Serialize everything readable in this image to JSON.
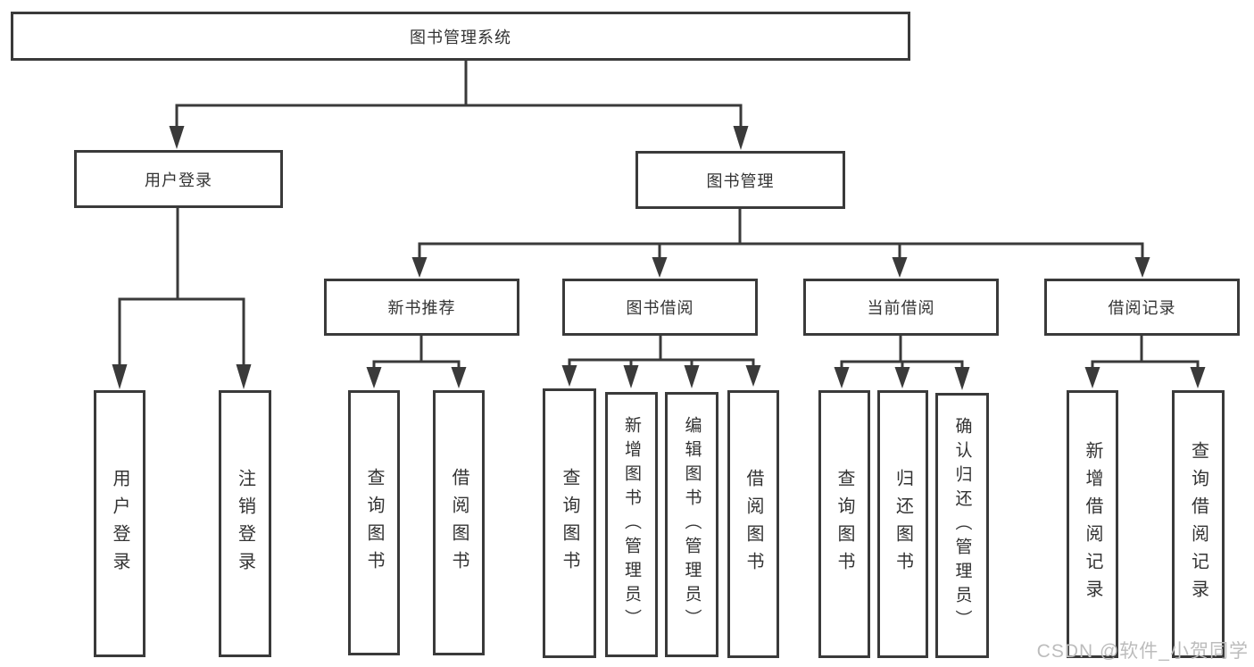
{
  "diagram": {
    "title": "图书管理系统",
    "watermark": "CSDN @软件_小贺同学",
    "colors": {
      "line": "#3a3a3a",
      "text": "#333333",
      "background": "#ffffff",
      "watermark": "#bcbcbc"
    },
    "nodes": {
      "root": {
        "label": "图书管理系统"
      },
      "user_login": {
        "label": "用户登录"
      },
      "book_mgmt": {
        "label": "图书管理"
      },
      "user_login_leaf": {
        "label": "用户登录"
      },
      "logout": {
        "label": "注销登录"
      },
      "new_book_rec": {
        "label": "新书推荐"
      },
      "book_borrow": {
        "label": "图书借阅"
      },
      "current_borrow": {
        "label": "当前借阅"
      },
      "borrow_records": {
        "label": "借阅记录"
      },
      "rec_query_books": {
        "label": "查询图书"
      },
      "rec_borrow_books": {
        "label": "借阅图书"
      },
      "bb_query_books": {
        "label": "查询图书"
      },
      "bb_add_books": {
        "label": "新增图书（管理员）"
      },
      "bb_edit_books": {
        "label": "编辑图书（管理员）"
      },
      "bb_borrow_books": {
        "label": "借阅图书"
      },
      "cb_query_books": {
        "label": "查询图书"
      },
      "cb_return_books": {
        "label": "归还图书"
      },
      "cb_confirm_return": {
        "label": "确认归还（管理员）"
      },
      "br_add_record": {
        "label": "新增借阅记录"
      },
      "br_query_record": {
        "label": "查询借阅记录"
      }
    },
    "edges": [
      {
        "from": "root",
        "to": [
          "user_login",
          "book_mgmt"
        ]
      },
      {
        "from": "user_login",
        "to": [
          "user_login_leaf",
          "logout"
        ]
      },
      {
        "from": "book_mgmt",
        "to": [
          "new_book_rec",
          "book_borrow",
          "current_borrow",
          "borrow_records"
        ]
      },
      {
        "from": "new_book_rec",
        "to": [
          "rec_query_books",
          "rec_borrow_books"
        ]
      },
      {
        "from": "book_borrow",
        "to": [
          "bb_query_books",
          "bb_add_books",
          "bb_edit_books",
          "bb_borrow_books"
        ]
      },
      {
        "from": "current_borrow",
        "to": [
          "cb_query_books",
          "cb_return_books",
          "cb_confirm_return"
        ]
      },
      {
        "from": "borrow_records",
        "to": [
          "br_add_record",
          "br_query_record"
        ]
      }
    ]
  }
}
